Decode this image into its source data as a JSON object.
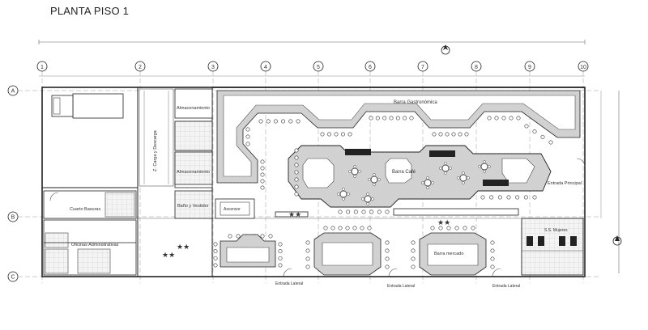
{
  "title": "PLANTA PISO 1",
  "column_axes": [
    "1",
    "2",
    "3",
    "4",
    "5",
    "6",
    "7",
    "8",
    "9",
    "10"
  ],
  "row_axes": [
    "A",
    "B",
    "C"
  ],
  "rooms": {
    "carga": "Z. Carga y Descarga",
    "almacen_1": "Almacenamiento",
    "almacen_2": "Almacenamiento",
    "bano_vestidor": "Baño y Vestidor",
    "ascensor": "Ascensor",
    "basuras": "Cuarto Basuras",
    "oficinas": "Oficinas Administrativas",
    "barra_gastro": "Barra Gastronómica",
    "barra_cafe": "Barra Café",
    "barra_mercado": "Barra mercado",
    "banos": "S.S. Mujeres",
    "entrada_principal": "Entrada Principal"
  },
  "entrances": {
    "lateral_1": "Entrada Lateral",
    "lateral_2": "Entrada Lateral",
    "lateral_3": "Entrada Lateral"
  }
}
